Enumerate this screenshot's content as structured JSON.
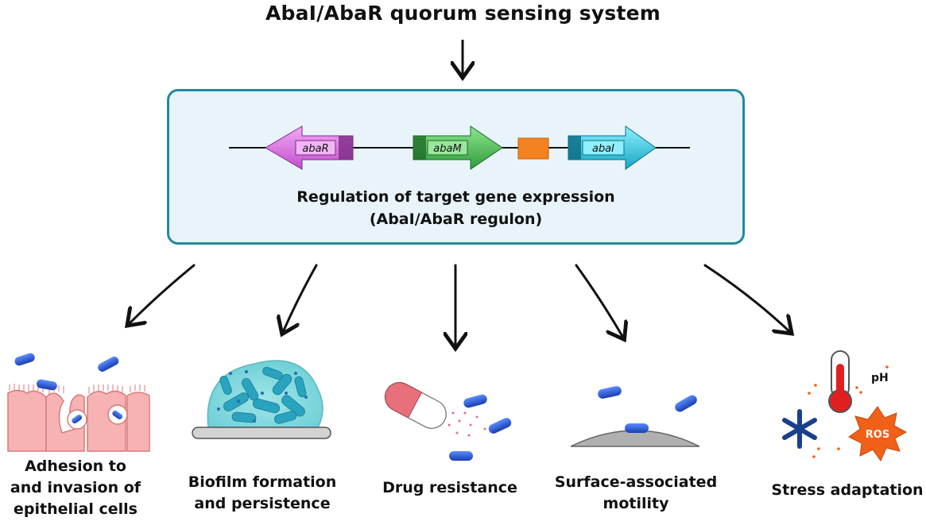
{
  "title": "AbaI/AbaR quorum sensing system",
  "regulation": {
    "genes": [
      "abaR",
      "abaM",
      "abaI"
    ],
    "line1": "Regulation of target gene expression",
    "line2": "(AbaI/AbaR regulon)"
  },
  "outcomes": [
    {
      "line1": "Adhesion to",
      "line2": "and invasion of",
      "line3": "epithelial cells"
    },
    {
      "line1": "Biofilm formation",
      "line2": "and persistence"
    },
    {
      "line1": "Drug resistance"
    },
    {
      "line1": "Surface-associated",
      "line2": "motility"
    },
    {
      "line1": "Stress adaptation"
    }
  ],
  "stress_icons": {
    "ph": "pH",
    "ros": "ROS"
  },
  "colors": {
    "box_border": "#1f8aa0",
    "box_fill": "#e8f4fa",
    "abaR": "#e07ae8",
    "abaM": "#4cc35a",
    "promoter": "#f58220",
    "abaI": "#2cc8e6",
    "bacteria": "#1e4fd1"
  }
}
